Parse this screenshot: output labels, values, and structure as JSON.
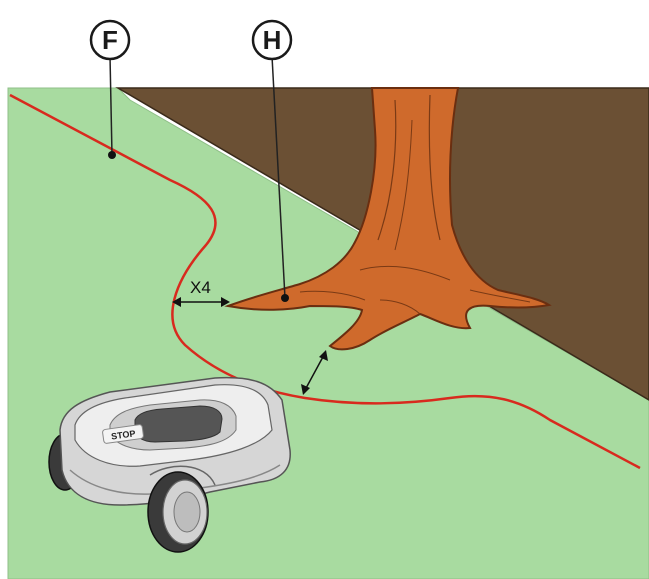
{
  "callouts": {
    "boundary_wire": "F",
    "obstacle": "H"
  },
  "dimension_label": "X4",
  "mower": {
    "button_label": "STOP"
  },
  "colors": {
    "lawn": "#a8dba0",
    "soil": "#6b5034",
    "wire": "#d82a1e",
    "trunk": "#cf6a2c",
    "mower_body": "#d6d6d6",
    "wheel": "#3a3a3a"
  }
}
